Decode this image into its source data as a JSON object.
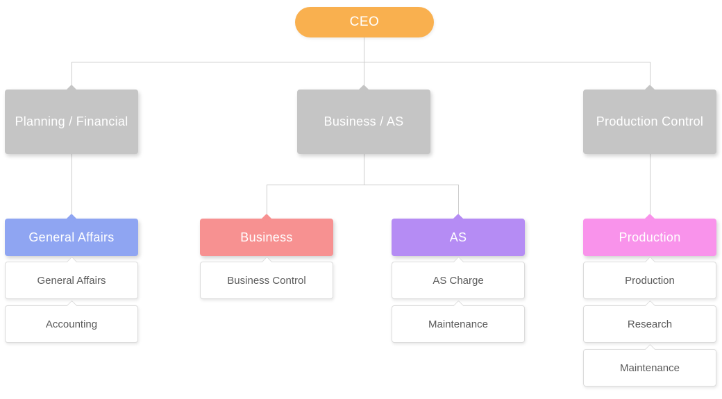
{
  "org_chart": {
    "root": {
      "label": "CEO",
      "color": "#F9B04F"
    },
    "level1_color": "#C5C5C5",
    "line_color": "#CCCCCC",
    "departments": [
      {
        "label": "Planning / Financial"
      },
      {
        "label": "Business / AS"
      },
      {
        "label": "Production Control"
      }
    ],
    "teams": [
      {
        "label": "General Affairs",
        "color": "#8FA5F2",
        "members": [
          "General Affairs",
          "Accounting"
        ]
      },
      {
        "label": "Business",
        "color": "#F79191",
        "members": [
          "Business Control"
        ]
      },
      {
        "label": "AS",
        "color": "#B58CF4",
        "members": [
          "AS Charge",
          "Maintenance"
        ]
      },
      {
        "label": "Production",
        "color": "#F993EB",
        "members": [
          "Production",
          "Research",
          "Maintenance"
        ]
      }
    ]
  }
}
